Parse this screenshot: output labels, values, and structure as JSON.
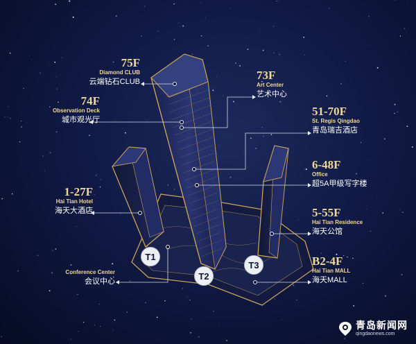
{
  "labels": {
    "f75": {
      "floor": "75F",
      "en": "Diamond CLUB",
      "zh": "云端钻石CLUB"
    },
    "f74": {
      "floor": "74F",
      "en": "Observation Deck",
      "zh": "城市观光厅"
    },
    "f1_27": {
      "floor": "1-27F",
      "en": "Hai Tian Hotel",
      "zh": "海天大酒店"
    },
    "conf": {
      "en": "Conference Center",
      "zh": "会议中心"
    },
    "f73": {
      "floor": "73F",
      "en": "Art Center",
      "zh": "艺术中心"
    },
    "f51_70": {
      "floor": "51-70F",
      "en": "St. Regis Qingdao",
      "zh": "青岛瑞吉酒店"
    },
    "f6_48": {
      "floor": "6-48F",
      "en": "Office",
      "zh": "超5A甲级写字楼"
    },
    "f5_55": {
      "floor": "5-55F",
      "en": "Hai Tian Residence",
      "zh": "海天公馆"
    },
    "fb2_4": {
      "floor": "B2-4F",
      "en": "Hai Tian MALL",
      "zh": "海天MALL"
    }
  },
  "towers": {
    "t1": "T1",
    "t2": "T2",
    "t3": "T3"
  },
  "logo": {
    "name": "青岛新闻网",
    "url": "qingdaonews.com"
  },
  "colors": {
    "gold": "#c9a35a",
    "label_gold": "#f0d79a",
    "background": "#0b1230"
  }
}
